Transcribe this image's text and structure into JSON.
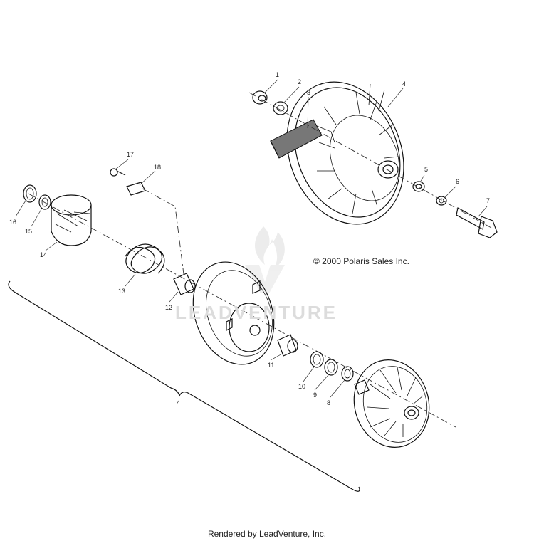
{
  "callouts": {
    "c1": "1",
    "c2": "2",
    "c3": "3",
    "c4": "4",
    "c5": "5",
    "c6": "6",
    "c7": "7",
    "c8": "8",
    "c9": "9",
    "c10": "10",
    "c11": "11",
    "c12": "12",
    "c13": "13",
    "c14": "14",
    "c15": "15",
    "c16": "16",
    "c17": "17",
    "c18": "18",
    "c4b": "4"
  },
  "copyright": "© 2000 Polaris Sales Inc.",
  "watermark": "LEADVENTURE",
  "footer": "Rendered by LeadVenture, Inc."
}
